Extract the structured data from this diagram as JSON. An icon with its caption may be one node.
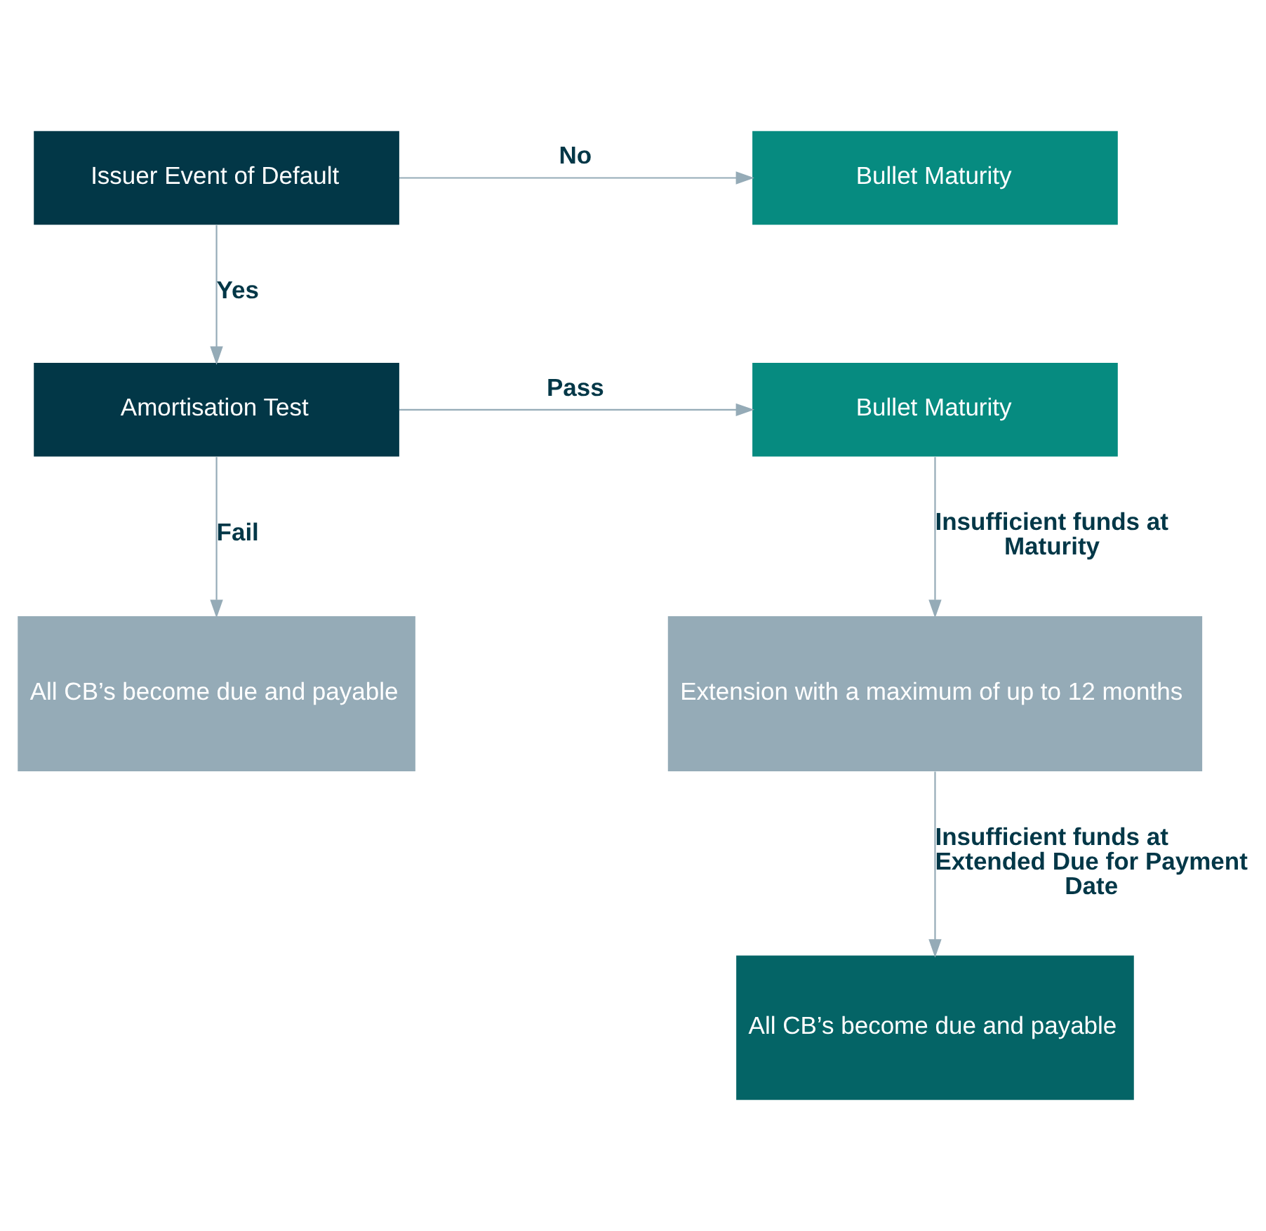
{
  "diagram": {
    "nodes": [
      {
        "text": [
          "Issuer Event of Default"
        ]
      },
      {
        "text": [
          "Bullet Maturity"
        ]
      },
      {
        "text": [
          "Amortisation Test"
        ]
      },
      {
        "text": [
          "Bullet Maturity"
        ]
      },
      {
        "text": [
          "All CB’s become due and payable"
        ]
      },
      {
        "text": [
          "Extension with a maximum of up to 12 months"
        ]
      },
      {
        "text": [
          "All CB’s become due and payable"
        ]
      }
    ],
    "edges": [
      {
        "from": 0,
        "to": 1,
        "arrow": "to",
        "label": "No"
      },
      {
        "from": 0,
        "to": 2,
        "arrow": "to",
        "label": "Yes"
      },
      {
        "from": 2,
        "to": 3,
        "arrow": "to",
        "label": "Pass"
      },
      {
        "from": 2,
        "to": 4,
        "arrow": "to",
        "label": "Fail"
      },
      {
        "from": 3,
        "to": 5,
        "arrow": "to",
        "label": "Insufficient funds at Maturity"
      },
      {
        "from": 5,
        "to": 6,
        "arrow": "to",
        "label": "Insufficient funds at Extended Due for Payment Date"
      }
    ]
  }
}
